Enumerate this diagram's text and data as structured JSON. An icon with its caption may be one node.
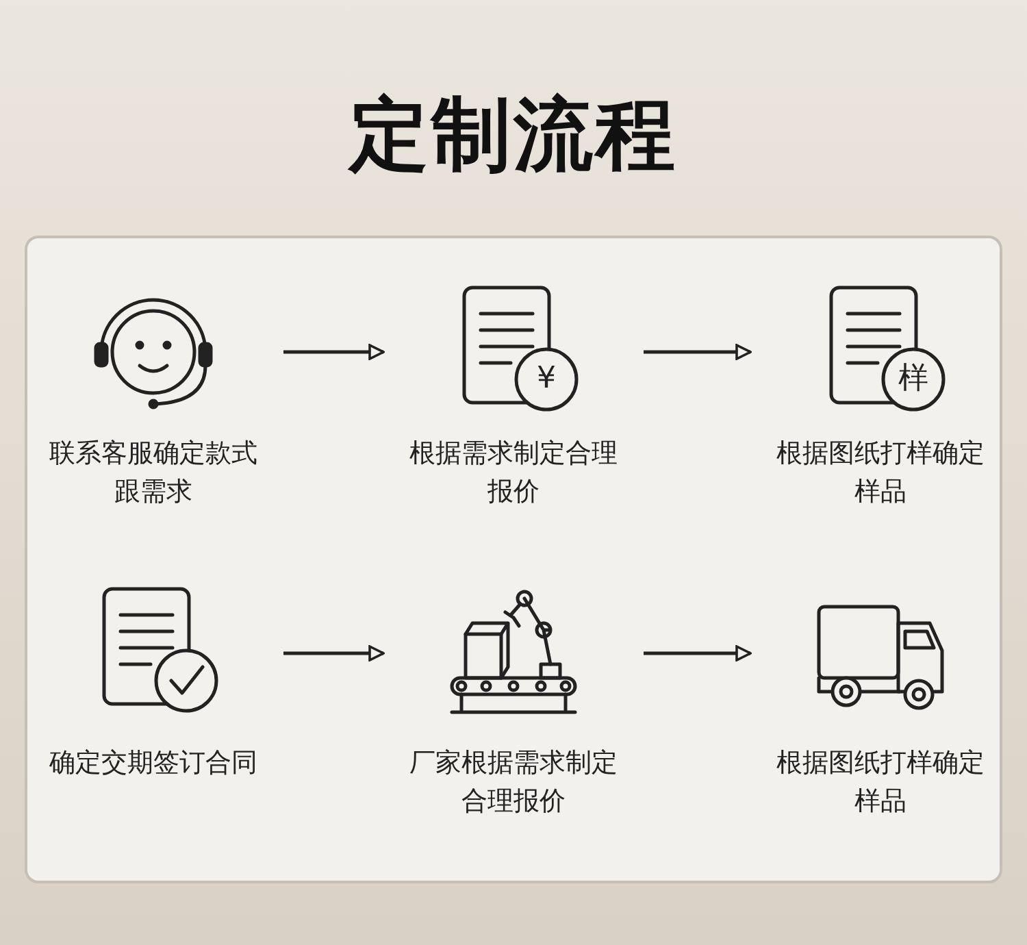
{
  "diagram": {
    "title": "定制流程",
    "nodes": [
      {
        "text": [
          "联系客服确定款式跟需求"
        ]
      },
      {
        "text": [
          "根据需求制定合理报价"
        ]
      },
      {
        "text": [
          "根据图纸打样确定样品"
        ]
      },
      {
        "text": [
          "确定交期签订合同"
        ]
      },
      {
        "text": [
          "厂家根据需求制定合理报价"
        ]
      },
      {
        "text": [
          "根据图纸打样确定样品"
        ]
      }
    ],
    "edges": [
      {
        "from": 0,
        "to": 1,
        "arrow": "to"
      },
      {
        "from": 1,
        "to": 2,
        "arrow": "to"
      },
      {
        "from": 3,
        "to": 4,
        "arrow": "to"
      },
      {
        "from": 4,
        "to": 5,
        "arrow": "to"
      }
    ],
    "labels": [
      "¥",
      "样"
    ]
  }
}
